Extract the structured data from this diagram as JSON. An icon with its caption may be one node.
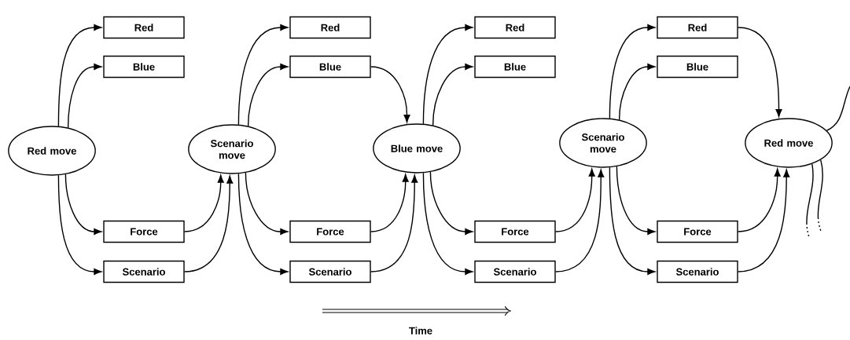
{
  "diagram": {
    "nodes": [
      {
        "text": [
          "Red move"
        ]
      },
      {
        "text": [
          "Red"
        ]
      },
      {
        "text": [
          "Blue"
        ]
      },
      {
        "text": [
          "Force"
        ]
      },
      {
        "text": [
          "Scenario"
        ]
      },
      {
        "text": [
          "Scenario move"
        ]
      },
      {
        "text": [
          "Red"
        ]
      },
      {
        "text": [
          "Blue"
        ]
      },
      {
        "text": [
          "Force"
        ]
      },
      {
        "text": [
          "Scenario"
        ]
      },
      {
        "text": [
          "Blue move"
        ]
      },
      {
        "text": [
          "Red"
        ]
      },
      {
        "text": [
          "Blue"
        ]
      },
      {
        "text": [
          "Force"
        ]
      },
      {
        "text": [
          "Scenario"
        ]
      },
      {
        "text": [
          "Scenario move"
        ]
      },
      {
        "text": [
          "Red"
        ]
      },
      {
        "text": [
          "Blue"
        ]
      },
      {
        "text": [
          "Force"
        ]
      },
      {
        "text": [
          "Scenario"
        ]
      },
      {
        "text": [
          "Red move"
        ]
      }
    ],
    "edges": [
      {
        "from": 0,
        "to": 1,
        "arrow": "to"
      },
      {
        "from": 0,
        "to": 2,
        "arrow": "to"
      },
      {
        "from": 0,
        "to": 3,
        "arrow": "to"
      },
      {
        "from": 0,
        "to": 4,
        "arrow": "to"
      },
      {
        "from": 3,
        "to": 5,
        "arrow": "to"
      },
      {
        "from": 4,
        "to": 5,
        "arrow": "to"
      },
      {
        "from": 5,
        "to": 6,
        "arrow": "to"
      },
      {
        "from": 5,
        "to": 7,
        "arrow": "to"
      },
      {
        "from": 5,
        "to": 8,
        "arrow": "to"
      },
      {
        "from": 5,
        "to": 9,
        "arrow": "to"
      },
      {
        "from": 7,
        "to": 10,
        "arrow": "to"
      },
      {
        "from": 8,
        "to": 10,
        "arrow": "to"
      },
      {
        "from": 9,
        "to": 10,
        "arrow": "to"
      },
      {
        "from": 10,
        "to": 11,
        "arrow": "to"
      },
      {
        "from": 10,
        "to": 12,
        "arrow": "to"
      },
      {
        "from": 10,
        "to": 13,
        "arrow": "to"
      },
      {
        "from": 10,
        "to": 14,
        "arrow": "to"
      },
      {
        "from": 13,
        "to": 15,
        "arrow": "to"
      },
      {
        "from": 14,
        "to": 15,
        "arrow": "to"
      },
      {
        "from": 15,
        "to": 16,
        "arrow": "to"
      },
      {
        "from": 15,
        "to": 17,
        "arrow": "to"
      },
      {
        "from": 15,
        "to": 18,
        "arrow": "to"
      },
      {
        "from": 15,
        "to": 19,
        "arrow": "to"
      },
      {
        "from": 16,
        "to": 20,
        "arrow": "to"
      },
      {
        "from": 18,
        "to": 20,
        "arrow": "to"
      },
      {
        "from": 19,
        "to": 20,
        "arrow": "to"
      },
      {
        "from": 20,
        "to": null,
        "arrow": "none"
      },
      {
        "from": 20,
        "to": null,
        "arrow": "none",
        "style": "dashed"
      },
      {
        "from": 20,
        "to": null,
        "arrow": "none",
        "style": "dashed"
      }
    ],
    "labels": [
      "Time"
    ]
  }
}
